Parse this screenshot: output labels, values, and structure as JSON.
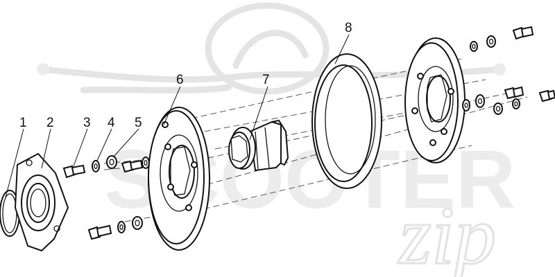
{
  "callouts": [
    {
      "id": "1",
      "label": "1"
    },
    {
      "id": "2",
      "label": "2"
    },
    {
      "id": "3",
      "label": "3"
    },
    {
      "id": "4",
      "label": "4"
    },
    {
      "id": "5",
      "label": "5"
    },
    {
      "id": "6",
      "label": "6"
    },
    {
      "id": "7",
      "label": "7"
    },
    {
      "id": "8",
      "label": "8"
    }
  ],
  "watermark": {
    "brand_text": "SCOOTER",
    "script_text": "zip"
  }
}
